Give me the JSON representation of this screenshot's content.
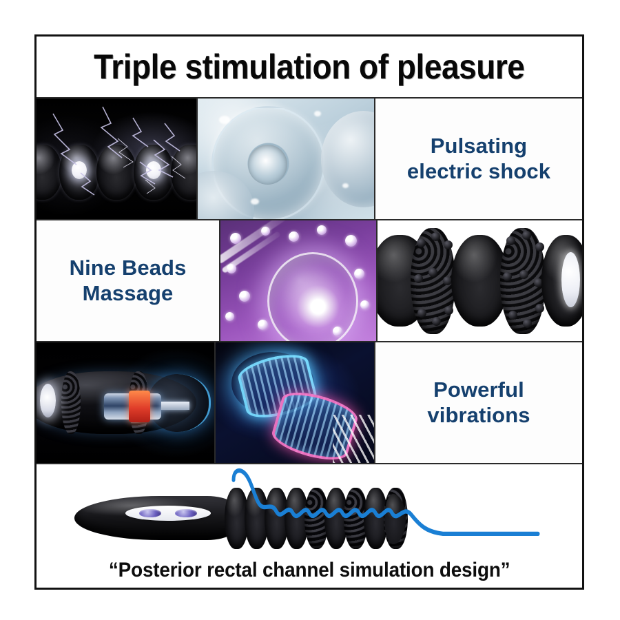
{
  "infographic": {
    "title": "Triple stimulation of pleasure",
    "bottom_caption": "“Posterior rectal channel simulation design”",
    "accent_text_color": "#15406e",
    "title_color": "#080808",
    "frame_color": "#121212",
    "wave_color": "#1a7fd4",
    "rows": [
      {
        "id": "row-pulsating",
        "cells": [
          {
            "kind": "image",
            "name": "electric-shock-photo",
            "alt": "black beaded shaft with electric arcs on black background"
          },
          {
            "kind": "image",
            "name": "translucent-rings-macro",
            "alt": "pale blue macro photo of translucent ring beads"
          },
          {
            "kind": "text",
            "name": "pulsating-electric-shock-label",
            "line1": "Pulsating",
            "line2": "electric shock"
          }
        ]
      },
      {
        "id": "row-nine-beads",
        "cells": [
          {
            "kind": "text",
            "name": "nine-beads-massage-label",
            "line1": "Nine Beads",
            "line2": "Massage"
          },
          {
            "kind": "image",
            "name": "purple-energy-sphere-photo",
            "alt": "glowing purple sphere with bright white core and bubbles"
          },
          {
            "kind": "image",
            "name": "beaded-texture-closeup-photo",
            "alt": "close-up of black nubbed beads on white background"
          }
        ]
      },
      {
        "id": "row-powerful-vibrations",
        "cells": [
          {
            "kind": "image",
            "name": "internal-motor-cutaway-photo",
            "alt": "x-ray cutaway of product showing internal motor with blue glow"
          },
          {
            "kind": "image",
            "name": "neon-motor-photo",
            "alt": "two glowing neon blue and magenta motor cylinders"
          },
          {
            "kind": "text",
            "name": "powerful-vibrations-label",
            "line1": "Powerful",
            "line2": "vibrations"
          }
        ]
      }
    ],
    "bottom_panel": {
      "name": "full-product-photo",
      "alt": "full black product with oval control panel, two purple buttons, ribbed shaft and blue vibration wave"
    }
  }
}
